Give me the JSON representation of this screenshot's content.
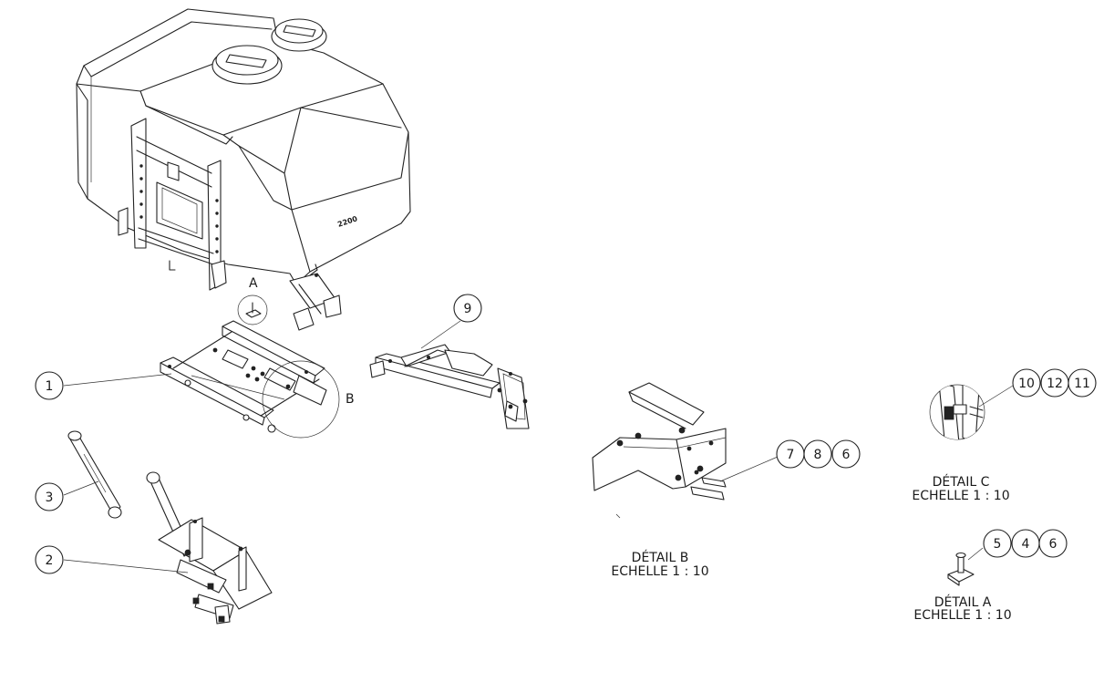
{
  "balloons": [
    {
      "id": "b1",
      "label": "1"
    },
    {
      "id": "b2",
      "label": "2"
    },
    {
      "id": "b3",
      "label": "3"
    },
    {
      "id": "b9",
      "label": "9"
    },
    {
      "id": "b7",
      "label": "7"
    },
    {
      "id": "b8",
      "label": "8"
    },
    {
      "id": "b6a",
      "label": "6"
    },
    {
      "id": "b10",
      "label": "10"
    },
    {
      "id": "b12",
      "label": "12"
    },
    {
      "id": "b11",
      "label": "11"
    },
    {
      "id": "b5",
      "label": "5"
    },
    {
      "id": "b4",
      "label": "4"
    },
    {
      "id": "b6b",
      "label": "6"
    }
  ],
  "view_markers": {
    "a": "A",
    "b": "B"
  },
  "tank_logo": "2200",
  "details": {
    "b": {
      "title": "DÉTAIL B",
      "scale": "ECHELLE 1 : 10"
    },
    "c": {
      "title": "DÉTAIL C",
      "scale": "ECHELLE 1 : 10"
    },
    "a": {
      "title": "DÉTAIL A",
      "scale": "ECHELLE 1 : 10"
    }
  }
}
